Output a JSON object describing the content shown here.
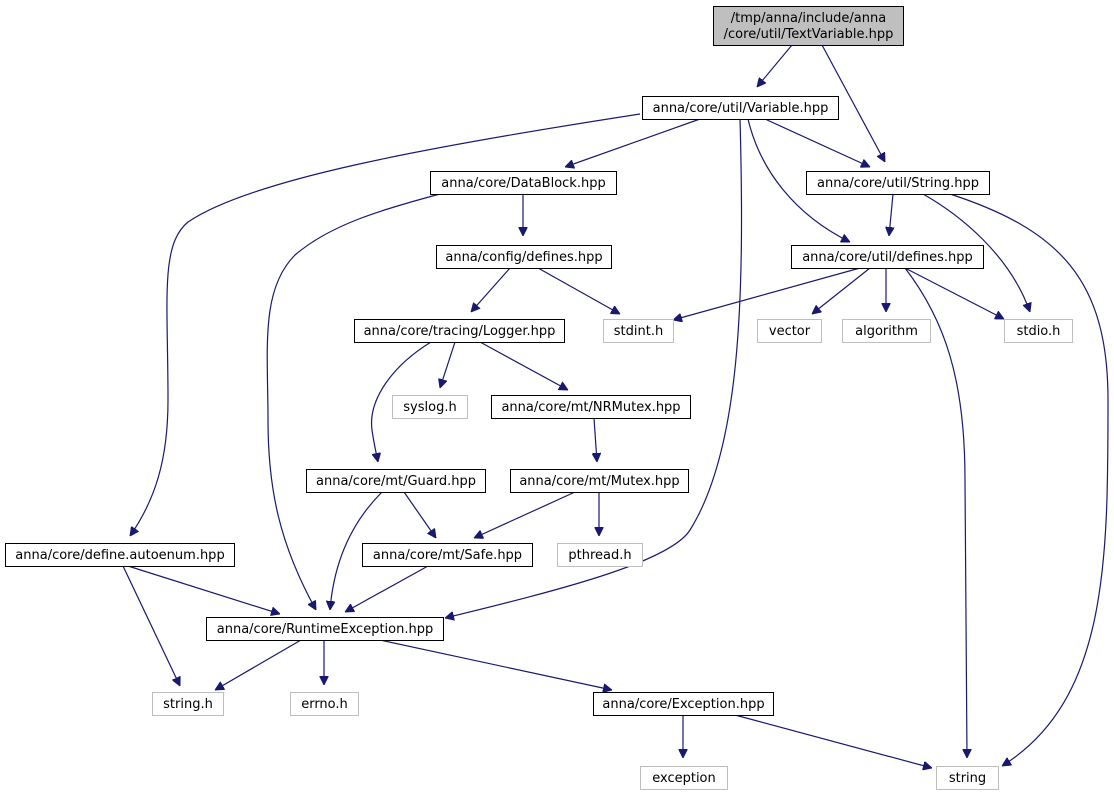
{
  "diagram": {
    "colors": {
      "edge": "#191970",
      "node_border": "#000000",
      "external_border": "#bfbfbf",
      "root_fill": "#bfbfbf",
      "node_fill": "#ffffff"
    },
    "nodes": [
      {
        "id": "root",
        "lines": [
          "/tmp/anna/include/anna",
          "/core/util/TextVariable.hpp"
        ],
        "kind": "root"
      },
      {
        "id": "variable",
        "lines": [
          "anna/core/util/Variable.hpp"
        ],
        "kind": "header"
      },
      {
        "id": "datablock",
        "lines": [
          "anna/core/DataBlock.hpp"
        ],
        "kind": "header"
      },
      {
        "id": "util_string",
        "lines": [
          "anna/core/util/String.hpp"
        ],
        "kind": "header"
      },
      {
        "id": "config_defines",
        "lines": [
          "anna/config/defines.hpp"
        ],
        "kind": "header"
      },
      {
        "id": "util_defines",
        "lines": [
          "anna/core/util/defines.hpp"
        ],
        "kind": "header"
      },
      {
        "id": "logger",
        "lines": [
          "anna/core/tracing/Logger.hpp"
        ],
        "kind": "header"
      },
      {
        "id": "stdint",
        "lines": [
          "stdint.h"
        ],
        "kind": "external"
      },
      {
        "id": "vector",
        "lines": [
          "vector"
        ],
        "kind": "external"
      },
      {
        "id": "algorithm",
        "lines": [
          "algorithm"
        ],
        "kind": "external"
      },
      {
        "id": "stdio",
        "lines": [
          "stdio.h"
        ],
        "kind": "external"
      },
      {
        "id": "syslog",
        "lines": [
          "syslog.h"
        ],
        "kind": "external"
      },
      {
        "id": "nrmutex",
        "lines": [
          "anna/core/mt/NRMutex.hpp"
        ],
        "kind": "header"
      },
      {
        "id": "guard",
        "lines": [
          "anna/core/mt/Guard.hpp"
        ],
        "kind": "header"
      },
      {
        "id": "mutex",
        "lines": [
          "anna/core/mt/Mutex.hpp"
        ],
        "kind": "header"
      },
      {
        "id": "autoenum",
        "lines": [
          "anna/core/define.autoenum.hpp"
        ],
        "kind": "header"
      },
      {
        "id": "safe",
        "lines": [
          "anna/core/mt/Safe.hpp"
        ],
        "kind": "header"
      },
      {
        "id": "pthread",
        "lines": [
          "pthread.h"
        ],
        "kind": "external"
      },
      {
        "id": "runtime_exc",
        "lines": [
          "anna/core/RuntimeException.hpp"
        ],
        "kind": "header"
      },
      {
        "id": "string_h",
        "lines": [
          "string.h"
        ],
        "kind": "external"
      },
      {
        "id": "errno",
        "lines": [
          "errno.h"
        ],
        "kind": "external"
      },
      {
        "id": "exception_hpp",
        "lines": [
          "anna/core/Exception.hpp"
        ],
        "kind": "header"
      },
      {
        "id": "exception",
        "lines": [
          "exception"
        ],
        "kind": "external"
      },
      {
        "id": "string",
        "lines": [
          "string"
        ],
        "kind": "external"
      }
    ],
    "edges": [
      [
        "root",
        "variable"
      ],
      [
        "root",
        "util_string"
      ],
      [
        "variable",
        "autoenum"
      ],
      [
        "variable",
        "datablock"
      ],
      [
        "variable",
        "runtime_exc"
      ],
      [
        "variable",
        "util_string"
      ],
      [
        "variable",
        "util_defines"
      ],
      [
        "datablock",
        "config_defines"
      ],
      [
        "datablock",
        "runtime_exc"
      ],
      [
        "util_string",
        "util_defines"
      ],
      [
        "util_string",
        "stdio"
      ],
      [
        "util_string",
        "string"
      ],
      [
        "config_defines",
        "logger"
      ],
      [
        "config_defines",
        "stdint"
      ],
      [
        "util_defines",
        "stdint"
      ],
      [
        "util_defines",
        "vector"
      ],
      [
        "util_defines",
        "algorithm"
      ],
      [
        "util_defines",
        "stdio"
      ],
      [
        "util_defines",
        "string"
      ],
      [
        "logger",
        "syslog"
      ],
      [
        "logger",
        "nrmutex"
      ],
      [
        "logger",
        "guard"
      ],
      [
        "nrmutex",
        "mutex"
      ],
      [
        "guard",
        "safe"
      ],
      [
        "guard",
        "runtime_exc"
      ],
      [
        "mutex",
        "safe"
      ],
      [
        "mutex",
        "pthread"
      ],
      [
        "autoenum",
        "runtime_exc"
      ],
      [
        "autoenum",
        "string_h"
      ],
      [
        "safe",
        "runtime_exc"
      ],
      [
        "runtime_exc",
        "string_h"
      ],
      [
        "runtime_exc",
        "errno"
      ],
      [
        "runtime_exc",
        "exception_hpp"
      ],
      [
        "exception_hpp",
        "exception"
      ],
      [
        "exception_hpp",
        "string"
      ]
    ]
  }
}
